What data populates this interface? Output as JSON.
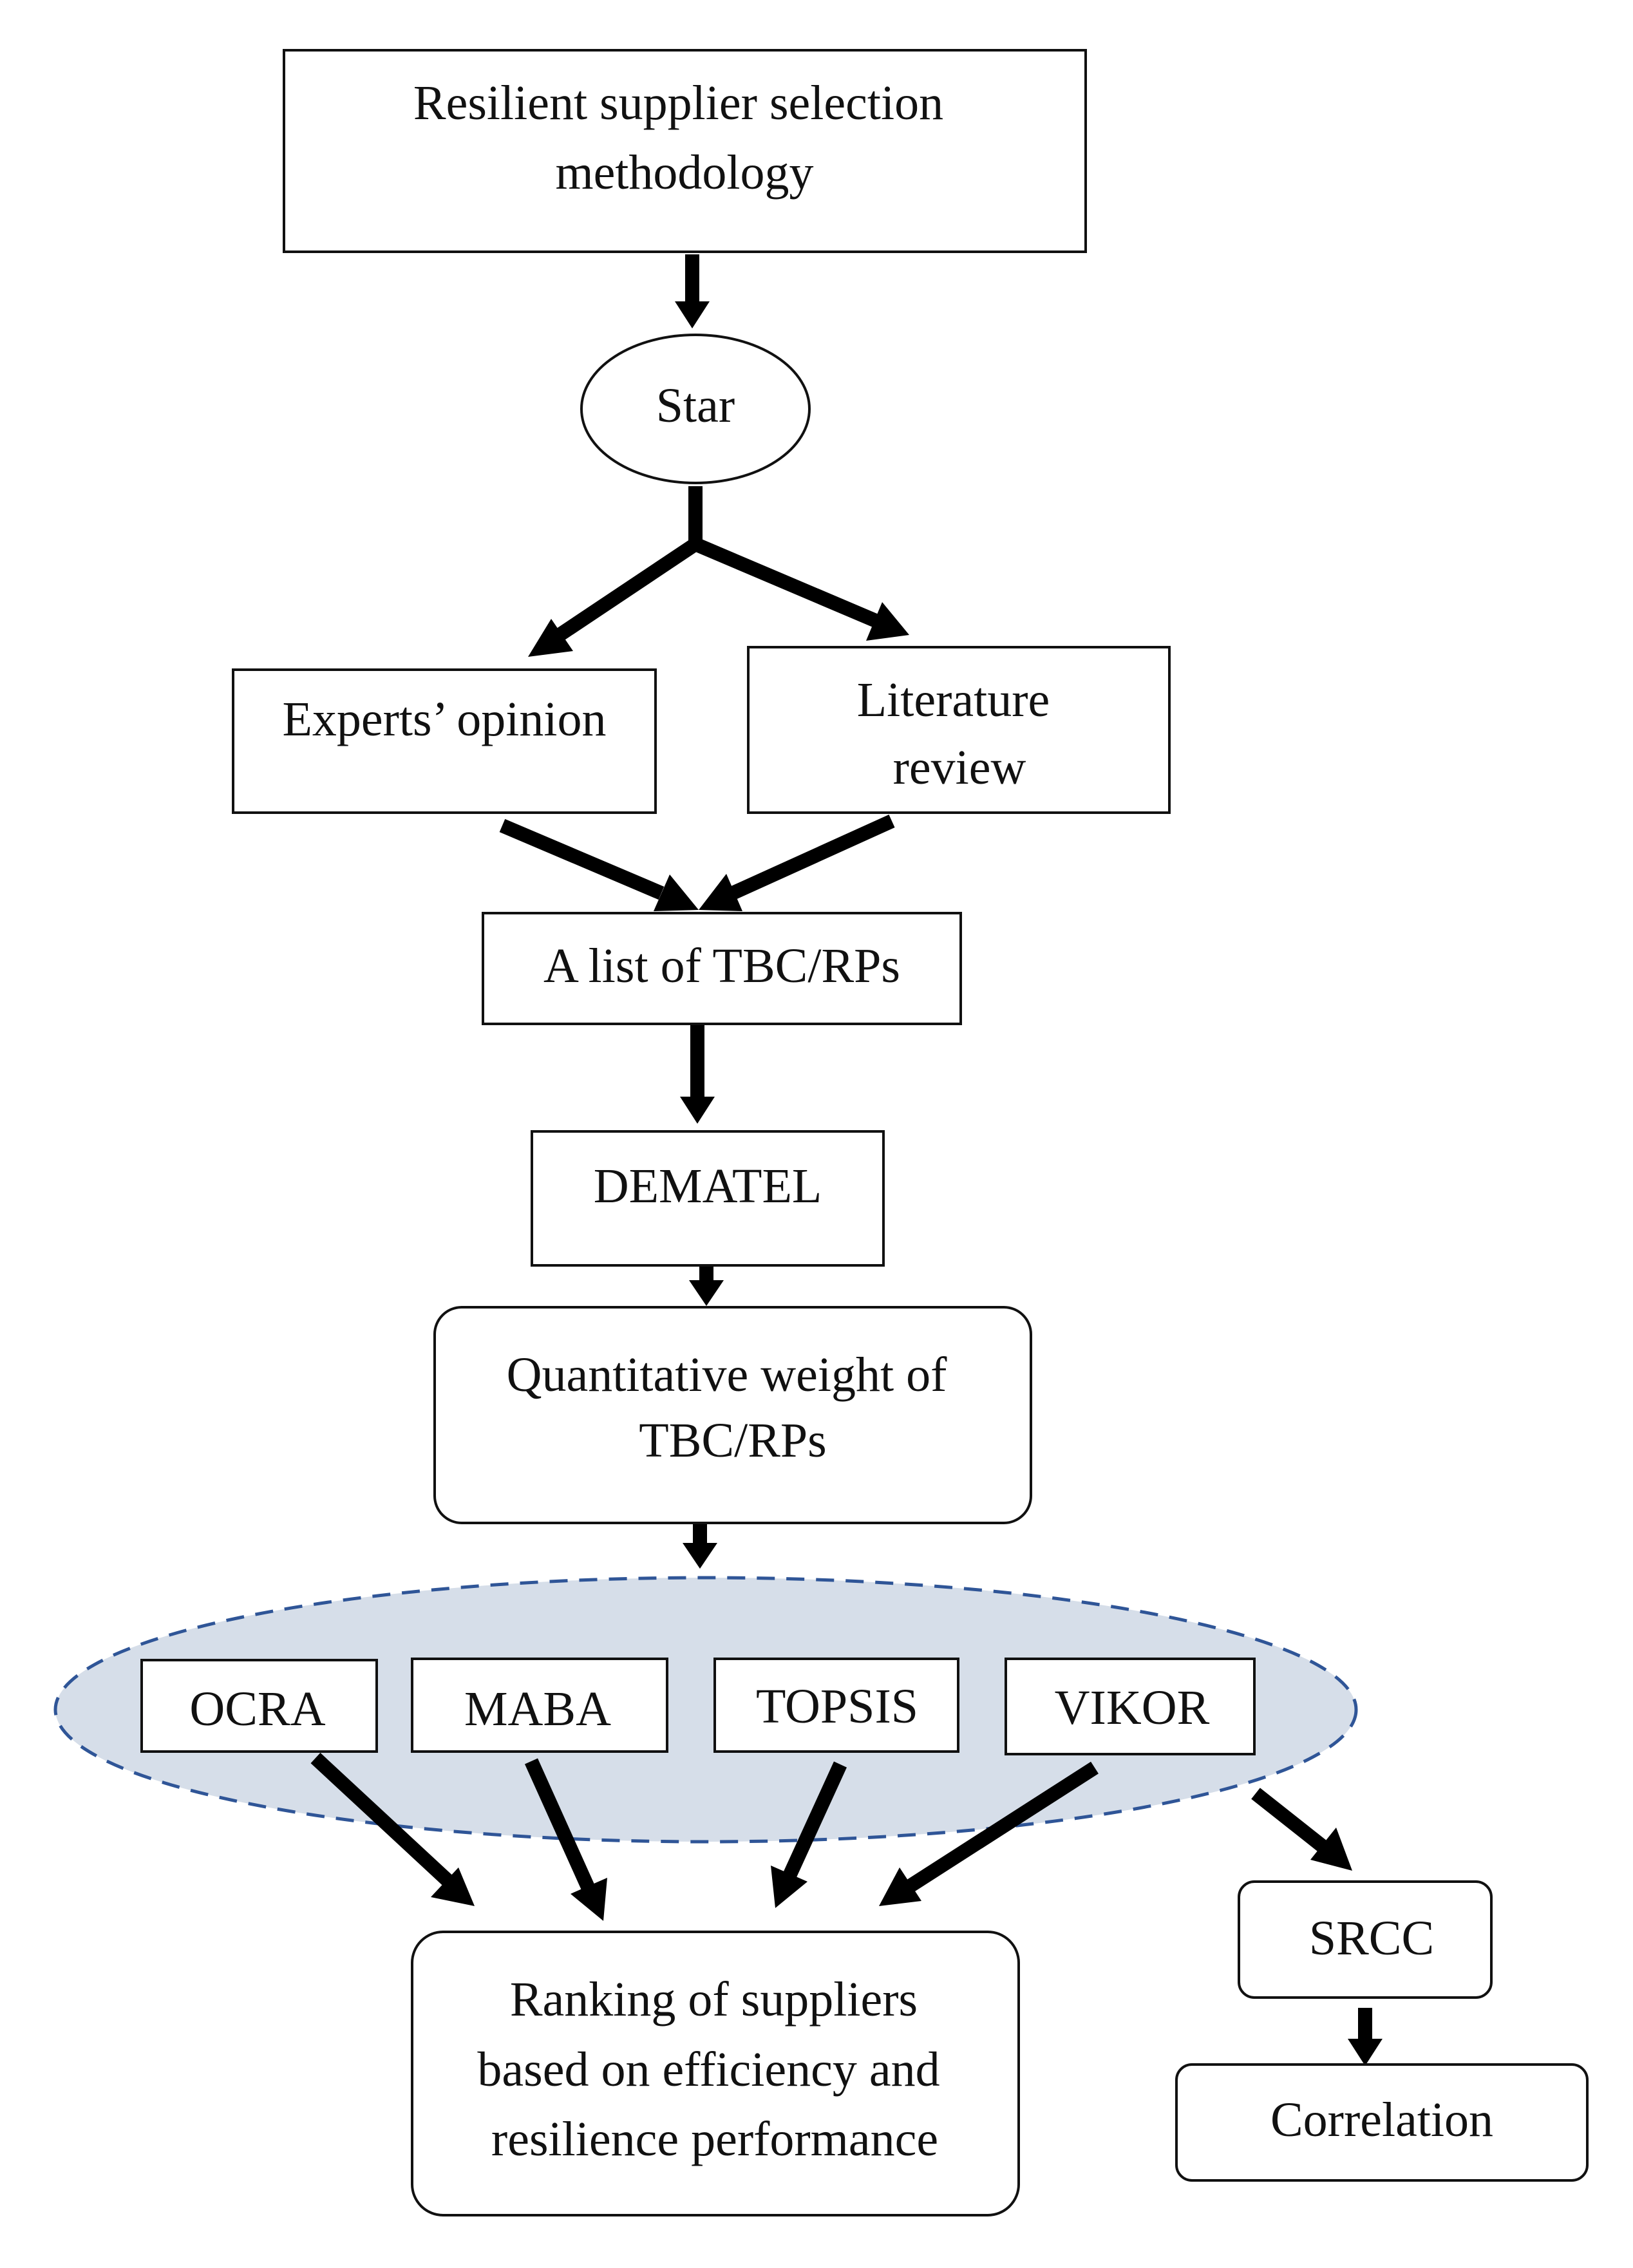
{
  "nodes": {
    "methodology": {
      "lines": [
        "Resilient supplier selection",
        "methodology"
      ]
    },
    "start": {
      "lines": [
        "Star"
      ]
    },
    "experts": {
      "lines": [
        "Experts’ opinion"
      ]
    },
    "literature": {
      "lines": [
        "Literature",
        "review"
      ]
    },
    "list": {
      "lines": [
        "A list of TBC/RPs"
      ]
    },
    "dematel": {
      "lines": [
        "DEMATEL"
      ]
    },
    "weight": {
      "lines": [
        "Quantitative weight of",
        "TBC/RPs"
      ]
    },
    "ocra": {
      "lines": [
        "OCRA"
      ]
    },
    "maba": {
      "lines": [
        "MABA"
      ]
    },
    "topsis": {
      "lines": [
        "TOPSIS"
      ]
    },
    "vikor": {
      "lines": [
        "VIKOR"
      ]
    },
    "ranking": {
      "lines": [
        "Ranking of suppliers",
        "based on efficiency and",
        "resilience performance"
      ]
    },
    "srcc": {
      "lines": [
        "SRCC"
      ]
    },
    "correlation": {
      "lines": [
        "Correlation"
      ]
    }
  },
  "colors": {
    "group_fill": "#d6dee9",
    "group_border": "#2f5597",
    "stroke": "#111111",
    "arrow": "#000000"
  }
}
